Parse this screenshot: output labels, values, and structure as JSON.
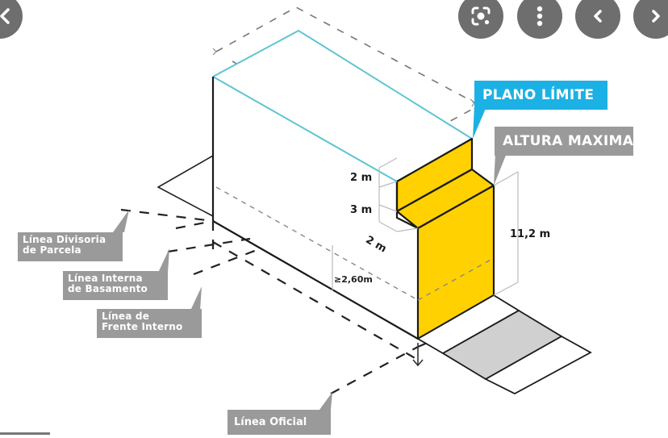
{
  "toolbar": {
    "buttons": [
      {
        "name": "back-partial",
        "icon": "chevron-left-icon"
      },
      {
        "name": "lens",
        "icon": "lens-scan-icon"
      },
      {
        "name": "more",
        "icon": "more-vertical-icon"
      },
      {
        "name": "previous",
        "icon": "chevron-left-icon"
      },
      {
        "name": "next",
        "icon": "chevron-right-icon"
      }
    ]
  },
  "diagram": {
    "callouts": {
      "plano_limite": "PLANO LÍMITE",
      "altura_maxima": "ALTURA MAXIMA",
      "linea_divisoria": [
        "Línea Divisoria",
        "de Parcela"
      ],
      "linea_interna": [
        "Línea Interna",
        "de Basamento"
      ],
      "linea_frente": [
        "Línea de",
        "Frente Interno"
      ],
      "linea_oficial": "Línea Oficial"
    },
    "dimensions": {
      "setback_top": "2 m",
      "setback_height": "3 m",
      "setback_depth": "2 m",
      "total_height": "11,2 m",
      "min_height": "≥2,60m"
    },
    "colors": {
      "volume_fill": "#ffd100",
      "plane_line": "#5ec4d4",
      "callout_blue": "#1cb1e4",
      "callout_gray": "#9a9a9a",
      "sidewalk": "#d0d0d0",
      "fab": "#6e6e6e"
    }
  }
}
